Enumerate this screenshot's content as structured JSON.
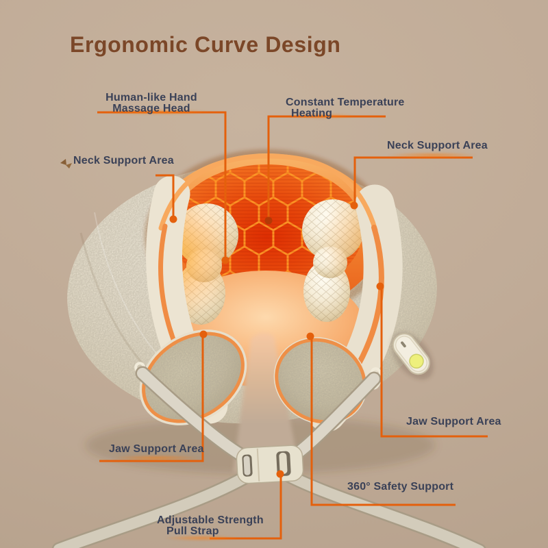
{
  "title": "Ergonomic Curve Design",
  "labels": {
    "massage_head": {
      "line1": "Human-like Hand",
      "line2": "Massage Head"
    },
    "heating": {
      "line1": "Constant Temperature",
      "line2": "Heating"
    },
    "neck_support_right": {
      "text": "Neck Support Area"
    },
    "neck_support_left": {
      "text": "Neck Support Area"
    },
    "jaw_support_right": {
      "text": "Jaw Support Area"
    },
    "jaw_support_left": {
      "text": "Jaw Support Area"
    },
    "safety_support": {
      "text": "360° Safety Support"
    },
    "pull_strap": {
      "line1": "Adjustable Strength",
      "line2": "Pull Strap"
    }
  },
  "colors": {
    "background": "#c0ab97",
    "title": "#7b4728",
    "label_text": "#3a4157",
    "callout": "#e4600c",
    "heat_core": "#de2e02",
    "hex_line": "#ff9b26",
    "shell": "#ece4d1",
    "jaw_pad": "#c9bfa2",
    "strap": "#dcd6c8",
    "power_led": "#eef07c"
  }
}
